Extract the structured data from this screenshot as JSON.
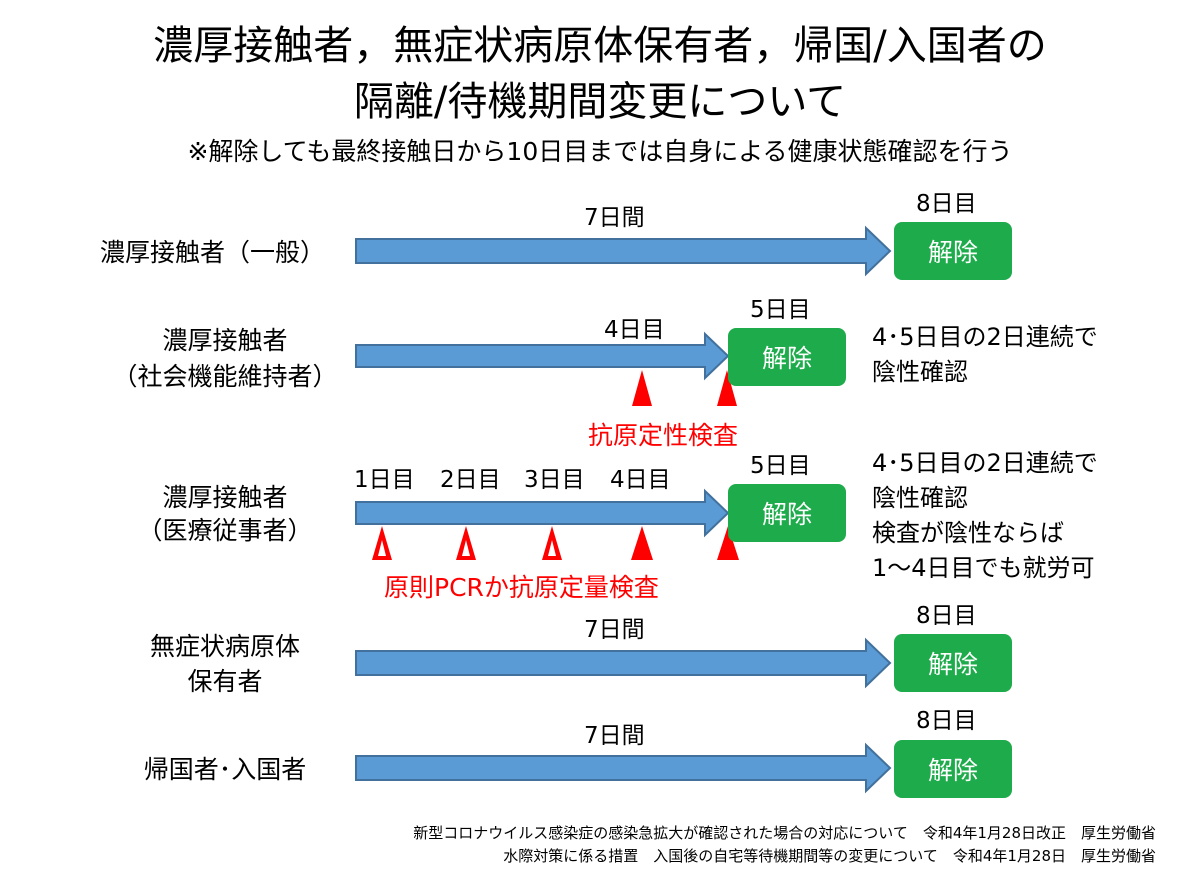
{
  "title": {
    "line1": "濃厚接触者，無症状病原体保有者，帰国/入国者の",
    "line2": "隔離/待機期間変更について",
    "note": "※解除しても最終接触日から10日目までは自身による健康状態確認を行う"
  },
  "rows": {
    "general": {
      "label": "濃厚接触者（一般）",
      "period": "7日間",
      "day": "8日目",
      "release": "解除"
    },
    "social": {
      "label1": "濃厚接触者",
      "label2": "（社会機能維持者）",
      "period": "4日目",
      "day": "5日目",
      "release": "解除",
      "note1": "4･5日目の2日連続で",
      "note2": "陰性確認",
      "test_label": "抗原定性検査"
    },
    "medical": {
      "label1": "濃厚接触者",
      "label2": "（医療従事者）",
      "days": [
        "1日目",
        "2日目",
        "3日目",
        "4日目"
      ],
      "day": "5日目",
      "release": "解除",
      "note1": "4･5日目の2日連続で",
      "note2": "陰性確認",
      "note3": "検査が陰性ならば",
      "note4": "1〜4日目でも就労可",
      "test_label": "原則PCRか抗原定量検査"
    },
    "asymptomatic": {
      "label1": "無症状病原体",
      "label2": "保有者",
      "period": "7日間",
      "day": "8日目",
      "release": "解除"
    },
    "returnees": {
      "label": "帰国者･入国者",
      "period": "7日間",
      "day": "8日目",
      "release": "解除"
    }
  },
  "footer": {
    "line1": "新型コロナウイルス感染症の感染急拡大が確認された場合の対応について　令和4年1月28日改正　厚生労働省",
    "line2": "水際対策に係る措置　入国後の自宅等待機期間等の変更について　令和4年1月28日　厚生労働省"
  },
  "colors": {
    "arrow": "#5b9bd5",
    "arrow_border": "#41719c",
    "release": "#1eab4b",
    "accent_red": "#ff0000"
  }
}
